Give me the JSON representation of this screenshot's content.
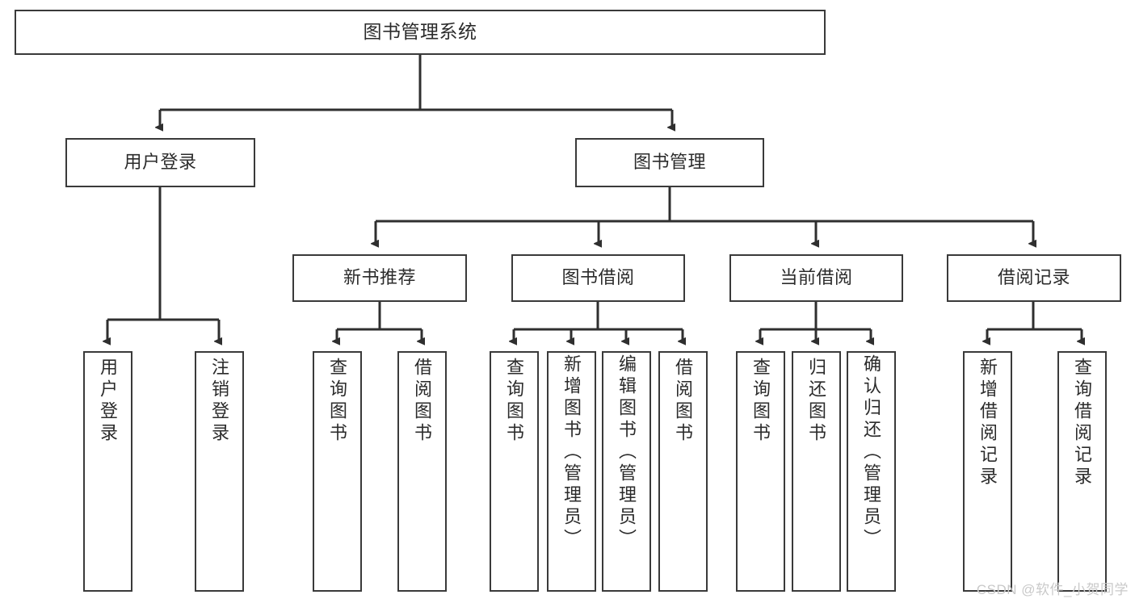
{
  "diagram": {
    "type": "tree",
    "title": "图书管理系统",
    "watermark": "CSDN @软件_小贺同学",
    "colors": {
      "box_border": "#3a3a3a",
      "box_fill": "#ffffff",
      "connector": "#2f2f2f",
      "text": "#2b2b2b",
      "watermark": "#c9c9c9"
    },
    "root": {
      "label": "图书管理系统"
    },
    "level1": [
      {
        "label": "用户登录"
      },
      {
        "label": "图书管理"
      }
    ],
    "level2": [
      {
        "label": "新书推荐"
      },
      {
        "label": "图书借阅"
      },
      {
        "label": "当前借阅"
      },
      {
        "label": "借阅记录"
      }
    ],
    "leaves": {
      "user_login": [
        {
          "label": "用户登录"
        },
        {
          "label": "注销登录"
        }
      ],
      "new_book_recommend": [
        {
          "label": "查询图书"
        },
        {
          "label": "借阅图书"
        }
      ],
      "book_borrow": [
        {
          "label": "查询图书"
        },
        {
          "label": "新增图书（管理员）"
        },
        {
          "label": "编辑图书（管理员）"
        },
        {
          "label": "借阅图书"
        }
      ],
      "current_borrow": [
        {
          "label": "查询图书"
        },
        {
          "label": "归还图书"
        },
        {
          "label": "确认归还（管理员）"
        }
      ],
      "borrow_record": [
        {
          "label": "新增借阅记录"
        },
        {
          "label": "查询借阅记录"
        }
      ]
    }
  }
}
